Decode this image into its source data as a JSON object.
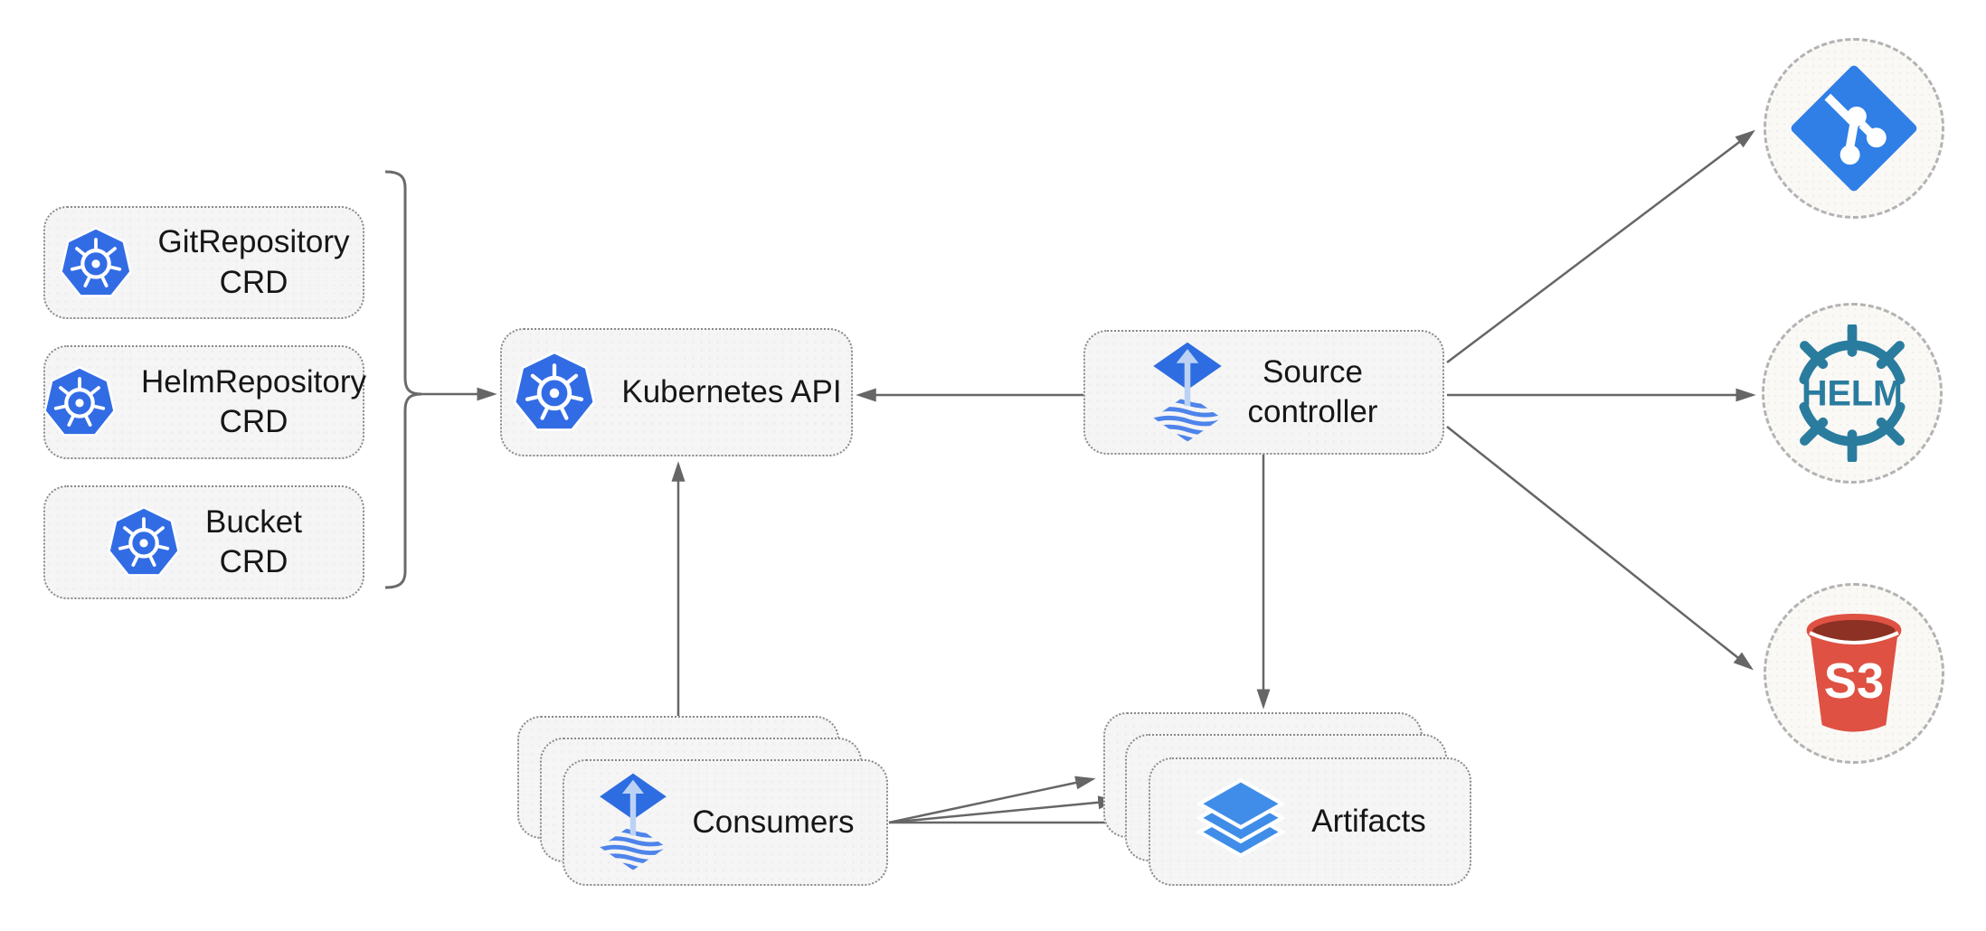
{
  "nodes": {
    "crd_group": {
      "items": [
        {
          "label": "GitRepository\nCRD",
          "icon": "kubernetes-icon"
        },
        {
          "label": "HelmRepository\nCRD",
          "icon": "kubernetes-icon"
        },
        {
          "label": "Bucket\nCRD",
          "icon": "kubernetes-icon"
        }
      ]
    },
    "kubernetes_api": {
      "label": "Kubernetes API",
      "icon": "kubernetes-icon"
    },
    "source_controller": {
      "label": "Source\ncontroller",
      "icon": "flux-icon"
    },
    "consumers": {
      "label": "Consumers",
      "icon": "flux-icon",
      "stacked_layers": 3
    },
    "artifacts": {
      "label": "Artifacts",
      "icon": "layers-icon",
      "stacked_layers": 3
    },
    "endpoints": {
      "git": {
        "icon": "git-icon"
      },
      "helm": {
        "icon": "helm-icon",
        "logo_text": "HELM"
      },
      "s3": {
        "icon": "s3-bucket-icon",
        "logo_text": "S3"
      }
    }
  },
  "edges": [
    {
      "from": "crd-group",
      "to": "kubernetes-api",
      "style": "arrow"
    },
    {
      "from": "source-controller",
      "to": "kubernetes-api",
      "style": "arrow"
    },
    {
      "from": "consumers",
      "to": "kubernetes-api",
      "style": "arrow"
    },
    {
      "from": "source-controller",
      "to": "artifacts",
      "style": "arrow"
    },
    {
      "from": "source-controller",
      "to": "git-endpoint",
      "style": "arrow"
    },
    {
      "from": "source-controller",
      "to": "helm-endpoint",
      "style": "arrow"
    },
    {
      "from": "source-controller",
      "to": "s3-endpoint",
      "style": "arrow"
    },
    {
      "from": "consumers",
      "to": "artifacts",
      "style": "arrow",
      "count": 3
    }
  ],
  "colors": {
    "background": "#ffffff",
    "node_fill": "#f5f5f5",
    "node_border": "#8a8a8a",
    "circle_fill": "#faf9f6",
    "circle_border": "#b3b3b3",
    "arrow": "#666666",
    "text": "#161616",
    "kubernetes_blue": "#326ce5",
    "flux_blue": "#2e6de1",
    "flux_arrow_light": "#bcd2f5",
    "flux_wave_blue": "#4e84ea",
    "layers_blue": "#3f8de8",
    "git_blue": "#2f7fe6",
    "helm_teal": "#2a7c9e",
    "s3_red": "#df5142",
    "s3_dark_red": "#8c3123"
  }
}
